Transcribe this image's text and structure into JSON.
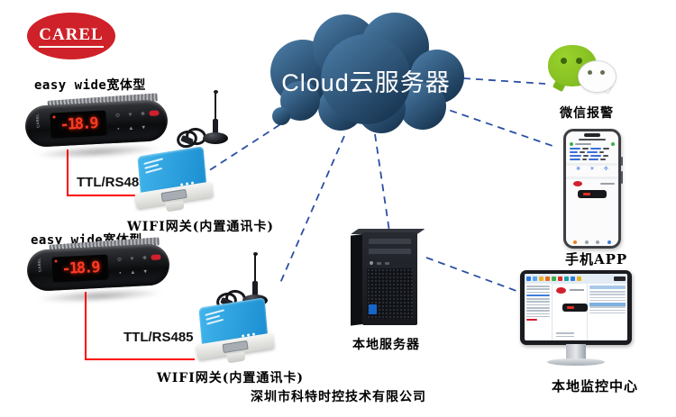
{
  "logo": {
    "text": "CAREL"
  },
  "cloud": {
    "label": "Cloud云服务器"
  },
  "chain_top": {
    "controller_label": "easy wide宽体型",
    "display_value": "-18.9",
    "bus_label": "TTL/RS485",
    "gateway_label": "WIFI网关(内置通讯卡)"
  },
  "chain_bottom": {
    "controller_label": "easy wide宽体型",
    "display_value": "-18.9",
    "bus_label": "TTL/RS485",
    "gateway_label": "WIFI网关(内置通讯卡)"
  },
  "wechat": {
    "label": "微信报警"
  },
  "phone": {
    "label": "手机APP"
  },
  "server": {
    "label": "本地服务器"
  },
  "monitor": {
    "label": "本地监控中心"
  },
  "footer": {
    "company": "深圳市科特时控技术有限公司"
  },
  "colors": {
    "carel_red": "#cf2129",
    "cloud_top": "#4e80ab",
    "cloud_bottom": "#16334f",
    "dashed_line": "#2b4fa5",
    "bus_line": "#ff0000",
    "gateway_blue": "#2aa2e3",
    "wechat_green": "#7ab41c",
    "led_red": "#ff3a24"
  }
}
